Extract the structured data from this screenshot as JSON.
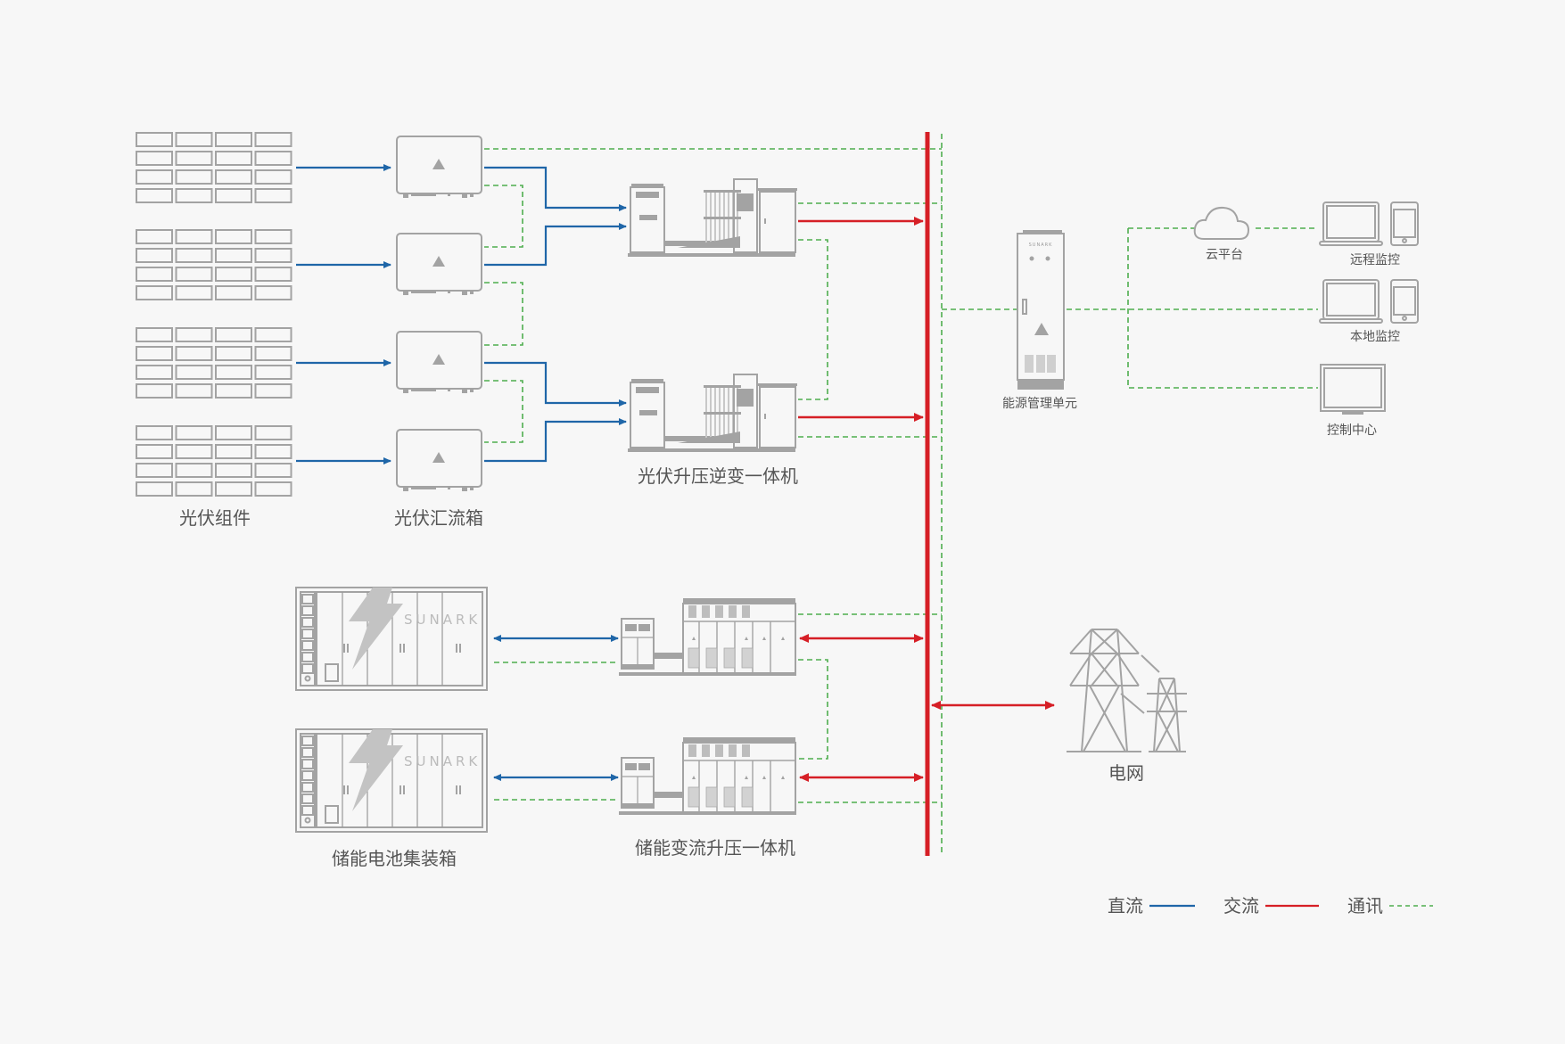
{
  "labels": {
    "pv_modules": "光伏组件",
    "combiner_box": "光伏汇流箱",
    "pv_inverter_station": "光伏升压逆变一体机",
    "battery_container": "储能电池集装箱",
    "pcs_station": "储能变流升压一体机",
    "ems": "能源管理单元",
    "cloud": "云平台",
    "remote_monitor": "远程监控",
    "local_monitor": "本地监控",
    "control_center": "控制中心",
    "grid": "电网",
    "brand": "SUNARK"
  },
  "legend": [
    {
      "label": "直流",
      "type": "dc",
      "color": "#1f66a8"
    },
    {
      "label": "交流",
      "type": "ac",
      "color": "#d61f26"
    },
    {
      "label": "通讯",
      "type": "com",
      "color": "#4fae4f"
    }
  ],
  "colors": {
    "dc": "#1f66a8",
    "ac": "#d61f26",
    "com": "#4fae4f",
    "equipment": "#a3a3a3"
  }
}
